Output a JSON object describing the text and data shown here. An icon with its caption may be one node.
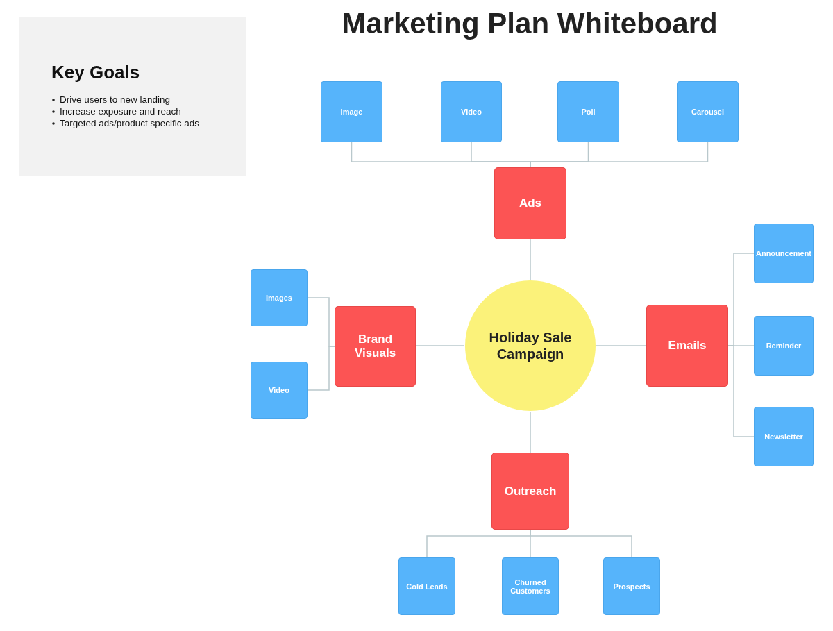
{
  "diagram": {
    "title": "Marketing Plan Whiteboard",
    "nodes": [
      {
        "text": [
          "Key Goals",
          "Drive users to new landing",
          "Increase exposure and reach",
          "Targeted ads/product specific ads"
        ]
      },
      {
        "text": [
          "Holiday Sale Campaign"
        ]
      },
      {
        "text": [
          "Ads"
        ]
      },
      {
        "text": [
          "Image"
        ]
      },
      {
        "text": [
          "Video"
        ]
      },
      {
        "text": [
          "Poll"
        ]
      },
      {
        "text": [
          "Carousel"
        ]
      },
      {
        "text": [
          "Brand Visuals"
        ]
      },
      {
        "text": [
          "Images"
        ]
      },
      {
        "text": [
          "Video"
        ]
      },
      {
        "text": [
          "Emails"
        ]
      },
      {
        "text": [
          "Announcement"
        ]
      },
      {
        "text": [
          "Reminder"
        ]
      },
      {
        "text": [
          "Newsletter"
        ]
      },
      {
        "text": [
          "Outreach"
        ]
      },
      {
        "text": [
          "Cold Leads"
        ]
      },
      {
        "text": [
          "Churned Customers"
        ]
      },
      {
        "text": [
          "Prospects"
        ]
      }
    ],
    "edges": [
      {
        "from": 1,
        "to": 2,
        "arrow": "none"
      },
      {
        "from": 2,
        "to": 3,
        "arrow": "none"
      },
      {
        "from": 2,
        "to": 4,
        "arrow": "none"
      },
      {
        "from": 2,
        "to": 5,
        "arrow": "none"
      },
      {
        "from": 2,
        "to": 6,
        "arrow": "none"
      },
      {
        "from": 1,
        "to": 7,
        "arrow": "none"
      },
      {
        "from": 7,
        "to": 8,
        "arrow": "none"
      },
      {
        "from": 7,
        "to": 9,
        "arrow": "none"
      },
      {
        "from": 1,
        "to": 10,
        "arrow": "none"
      },
      {
        "from": 10,
        "to": 11,
        "arrow": "none"
      },
      {
        "from": 10,
        "to": 12,
        "arrow": "none"
      },
      {
        "from": 10,
        "to": 13,
        "arrow": "none"
      },
      {
        "from": 1,
        "to": 14,
        "arrow": "none"
      },
      {
        "from": 14,
        "to": 15,
        "arrow": "none"
      },
      {
        "from": 14,
        "to": 16,
        "arrow": "none"
      },
      {
        "from": 14,
        "to": 17,
        "arrow": "none"
      }
    ]
  }
}
